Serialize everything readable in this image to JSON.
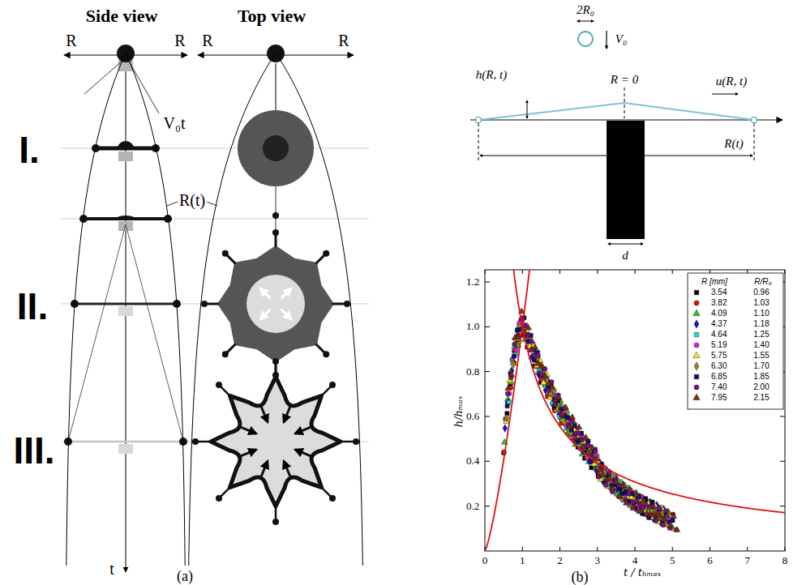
{
  "diagram": {
    "labels": [
      "Side view",
      "Top view",
      "R",
      "R",
      "R",
      "R",
      "V₀t",
      "R(t)",
      "I.",
      "II.",
      "III.",
      "t",
      "(a)",
      "2R₀",
      "V₀",
      "R = 0",
      "h(R, t)",
      "u(R, t)",
      "R(t)",
      "d",
      "0.2",
      "0.4",
      "0.6",
      "0.8",
      "1.0",
      "1.2",
      "0",
      "1",
      "2",
      "3",
      "4",
      "5",
      "6",
      "7",
      "8",
      "h/hₘₐₓ",
      "t / tₕₘₐₓ",
      "R [mm]",
      "R/R₀",
      "(b)"
    ],
    "legend": [
      {
        "text": "3.54 0.96"
      },
      {
        "text": "3.82 1.03"
      },
      {
        "text": "4.09 1.10"
      },
      {
        "text": "4.37 1.18"
      },
      {
        "text": "4.64 1.25"
      },
      {
        "text": "5.19 1.40"
      },
      {
        "text": "5.75 1.55"
      },
      {
        "text": "6.30 1.70"
      },
      {
        "text": "6.85 1.85"
      },
      {
        "text": "7.40 2.00"
      },
      {
        "text": "7.95 2.15"
      }
    ]
  }
}
